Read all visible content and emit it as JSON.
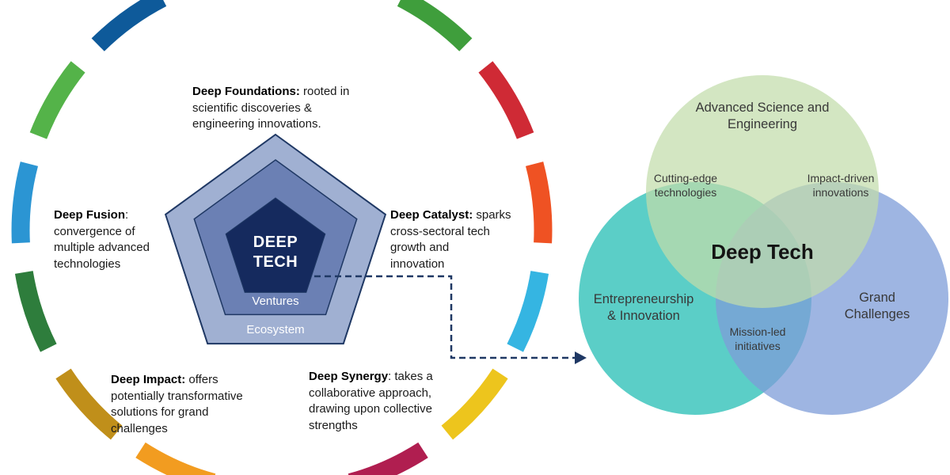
{
  "left_diagram": {
    "ring_colors": [
      "#dfae2a",
      "#3f9e3c",
      "#cf2a35",
      "#ef5223",
      "#35b5e2",
      "#edc51d",
      "#b01e50",
      "#d6217c",
      "#f29c20",
      "#c08f1a",
      "#2e7d3c",
      "#2b95d3",
      "#54b349",
      "#0e5a9a",
      "#d62b47"
    ],
    "pentagon_colors": {
      "outer": "#a0b0d2",
      "middle": "#6b80b4",
      "inner": "#152a5e",
      "outline": "#1f3864"
    },
    "pentagon": {
      "core": "DEEP\nTECH",
      "ventures": "Ventures",
      "ecosystem": "Ecosystem"
    },
    "labels": {
      "foundations": {
        "bold": "Deep Foundations:",
        "rest": " rooted in\nscientific discoveries &\nengineering innovations."
      },
      "fusion": {
        "bold": "Deep Fusion",
        "rest": ":\nconvergence of\nmultiple advanced\ntechnologies"
      },
      "catalyst": {
        "bold": "Deep Catalyst:",
        "rest": " sparks\ncross-sectoral tech\ngrowth and\ninnovation"
      },
      "impact": {
        "bold": "Deep Impact:",
        "rest": " offers\npotentially transformative\nsolutions for grand\nchallenges"
      },
      "synergy": {
        "bold": "Deep Synergy",
        "rest": ": takes a\ncollaborative approach,\ndrawing upon collective\nstrengths"
      }
    },
    "arrow_color": "#1f3864"
  },
  "venn": {
    "colors": {
      "science": "#c2ddab",
      "entrepreneurship": "#3ec6bd",
      "challenges": "#7e9cd8"
    },
    "labels": {
      "science": "Advanced Science and\nEngineering",
      "entrepreneurship": "Entrepreneurship\n& Innovation",
      "challenges": "Grand\nChallenges",
      "science_entrepreneurship": "Cutting-edge\ntechnologies",
      "science_challenges": "Impact-driven\ninnovations",
      "entrepreneurship_challenges": "Mission-led\ninitiatives",
      "center": "Deep Tech"
    }
  }
}
